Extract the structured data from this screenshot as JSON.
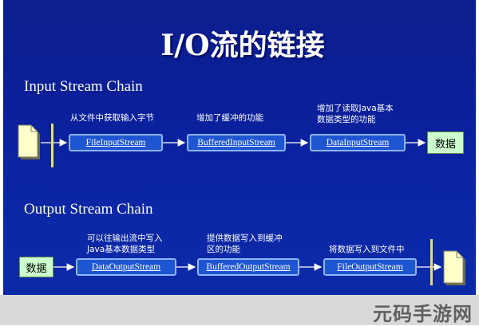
{
  "title": "I/O流的链接",
  "input_chain": {
    "heading": "Input Stream Chain",
    "boxes": [
      "FileInputStream",
      "BufferedInputStream",
      "DataInputStream"
    ],
    "captions": [
      "从文件中获取输入字节",
      "增加了缓冲的功能",
      "增加了读取Java基本\n数据类型的功能"
    ],
    "endpoint": "数据"
  },
  "output_chain": {
    "heading": "Output Stream Chain",
    "boxes": [
      "DataOutputStream",
      "BufferedOutputStream",
      "FileOutputStream"
    ],
    "captions": [
      "可以往输出流中写入\nJava基本数据类型",
      "提供数据写入到缓冲\n区的功能",
      "将数据写入到文件中"
    ],
    "endpoint": "数据"
  },
  "watermark": "元码手游网"
}
